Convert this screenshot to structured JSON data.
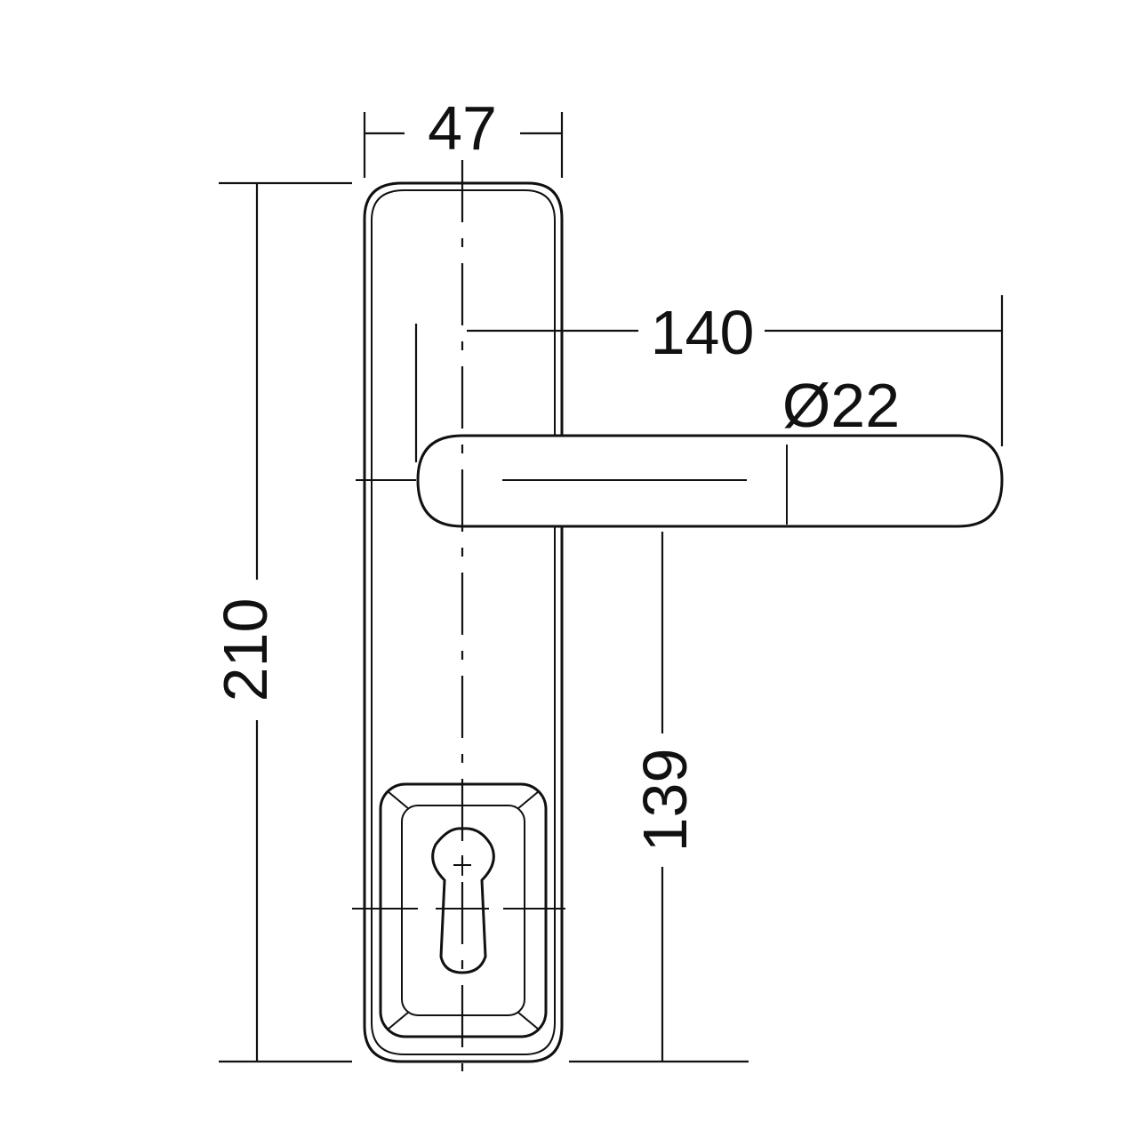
{
  "drawing": {
    "dimensions": {
      "plate_width": "47",
      "lever_length": "140",
      "lever_diameter": "Ø22",
      "plate_height": "210",
      "cylinder_offset": "139"
    }
  }
}
